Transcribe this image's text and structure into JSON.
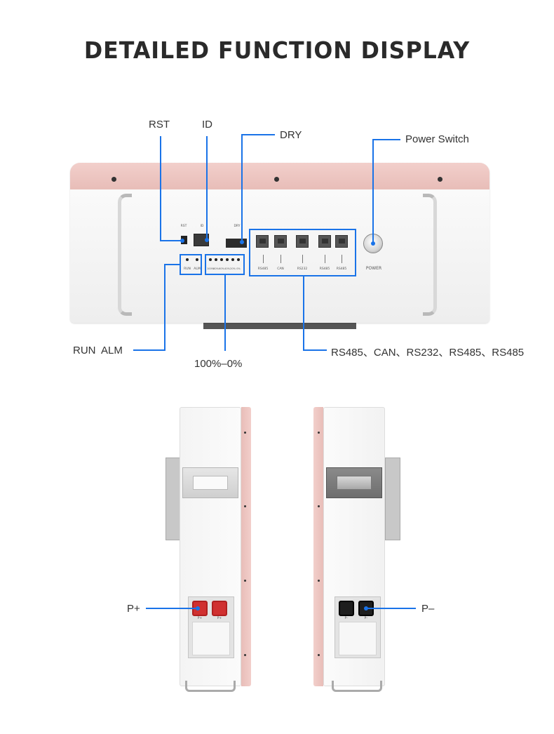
{
  "title": "DETAILED FUNCTION DISPLAY",
  "callouts": {
    "rst": "RST",
    "id": "ID",
    "dry": "DRY",
    "power_switch": "Power Switch",
    "run_alm": "RUN  ALM",
    "soc": "100%–0%",
    "ports": "RS485、CAN、RS232、RS485、RS485",
    "p_plus": "P+",
    "p_minus": "P–"
  },
  "panel": {
    "rst": "RST",
    "id": "ID",
    "dry": "DRY",
    "run": "RUN",
    "alm": "ALM",
    "soc_labels": [
      "100%",
      "80%",
      "60%",
      "40%",
      "20%",
      "0%"
    ],
    "port_labels": [
      "RS485",
      "CAN",
      "RS232",
      "RS485",
      "RS485"
    ],
    "power": "POWER"
  },
  "side": {
    "p_plus_terminal": [
      "P+",
      "P+"
    ],
    "p_minus_terminal": [
      "P–",
      "P–"
    ]
  },
  "colors": {
    "accent_line": "#1a73e8",
    "pink_trim": "#efc8c4",
    "body": "#f2f2f2",
    "red_terminal": "#d03030"
  }
}
